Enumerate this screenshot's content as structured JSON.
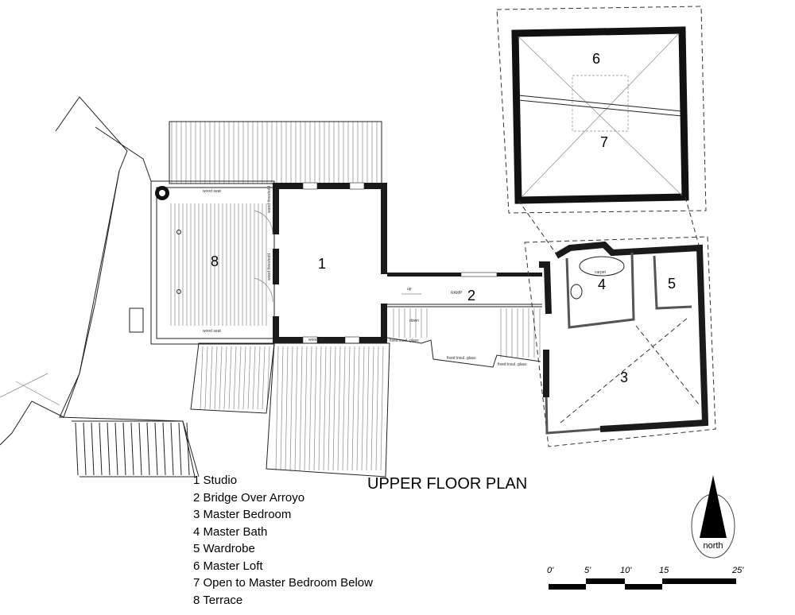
{
  "plan": {
    "title": "UPPER FLOOR PLAN",
    "rooms": [
      {
        "number": "1",
        "name": "Studio"
      },
      {
        "number": "2",
        "name": "Bridge Over Arroyo"
      },
      {
        "number": "3",
        "name": "Master Bedroom"
      },
      {
        "number": "4",
        "name": "Master Bath"
      },
      {
        "number": "5",
        "name": "Wardrobe"
      },
      {
        "number": "6",
        "name": "Master Loft"
      },
      {
        "number": "7",
        "name": "Open to Master Bedroom Below"
      },
      {
        "number": "8",
        "name": "Terrace"
      }
    ],
    "legend": [
      "1 Studio",
      "2 Bridge Over Arroyo",
      "3 Master Bedroom",
      "4 Master Bath",
      "5 Wardrobe",
      "6 Master Loft",
      "7 Open to Master Bedroom Below",
      "8 Terrace"
    ],
    "annotations": {
      "ramp": "RAMP",
      "wood_seat": "wood seat",
      "fixed_glass": "fixed insul. glass",
      "down": "down",
      "up": "up",
      "wood_sill": "wood sill",
      "wood_threshold": "wood threshold",
      "carpet": "carpet"
    },
    "north_label": "north",
    "scale": {
      "ticks": [
        "0'",
        "5'",
        "10'",
        "15",
        "25'"
      ]
    }
  }
}
